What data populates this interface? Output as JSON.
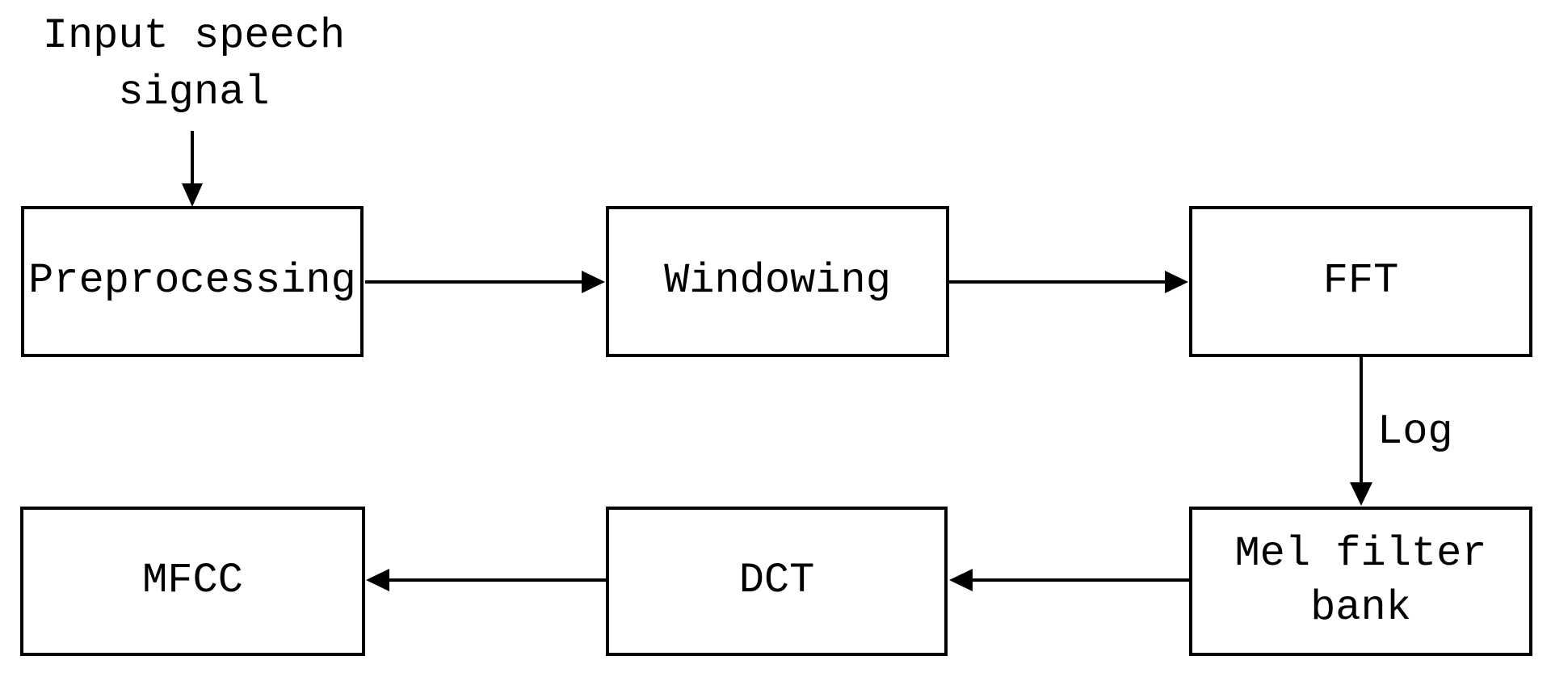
{
  "diagram": {
    "title_semantic": "MFCC feature extraction flowchart",
    "input_label": "Input speech signal",
    "nodes": [
      {
        "id": "preprocessing",
        "label": "Preprocessing"
      },
      {
        "id": "windowing",
        "label": "Windowing"
      },
      {
        "id": "fft",
        "label": "FFT"
      },
      {
        "id": "mel-filter-bank",
        "label": "Mel filter bank"
      },
      {
        "id": "dct",
        "label": "DCT"
      },
      {
        "id": "mfcc",
        "label": "MFCC"
      }
    ],
    "edges": [
      {
        "from": "input-speech-signal",
        "to": "preprocessing",
        "label": ""
      },
      {
        "from": "preprocessing",
        "to": "windowing",
        "label": ""
      },
      {
        "from": "windowing",
        "to": "fft",
        "label": ""
      },
      {
        "from": "fft",
        "to": "mel-filter-bank",
        "label": "Log"
      },
      {
        "from": "mel-filter-bank",
        "to": "dct",
        "label": ""
      },
      {
        "from": "dct",
        "to": "mfcc",
        "label": ""
      }
    ],
    "edge_labels": {
      "fft_to_mel": "Log"
    },
    "colors": {
      "stroke": "#000000",
      "text": "#000000",
      "background": "#ffffff"
    }
  }
}
